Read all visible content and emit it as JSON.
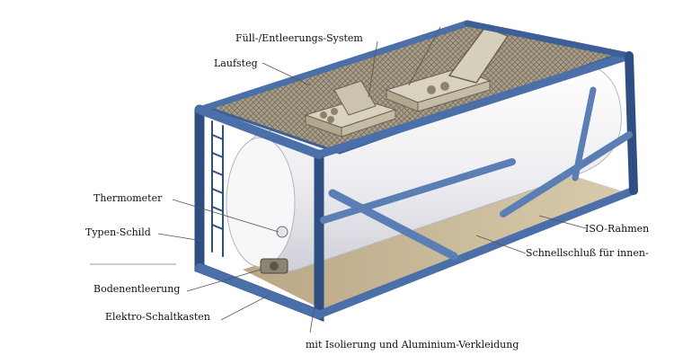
{
  "diagram": {
    "labels": {
      "fill_system": "Füll-/Entleerungs-System",
      "walkway": "Laufsteg",
      "thermometer": "Thermometer",
      "type_plate": "Typen-Schild",
      "bottom_discharge": "Bodenentleerung",
      "electrical_box": "Elektro-Schaltkasten",
      "iso_frame": "ISO-Rahmen",
      "quick_closure": "Schnellschluß für innen-",
      "insulation": "mit Isolierung und Aluminium-Verkleidung"
    },
    "colors": {
      "frame": "#4b6fa8",
      "frame_dark": "#2f4e82",
      "tank": "#f1f1f3",
      "walkway": "#a59a86",
      "floor": "#cbbd99"
    }
  }
}
